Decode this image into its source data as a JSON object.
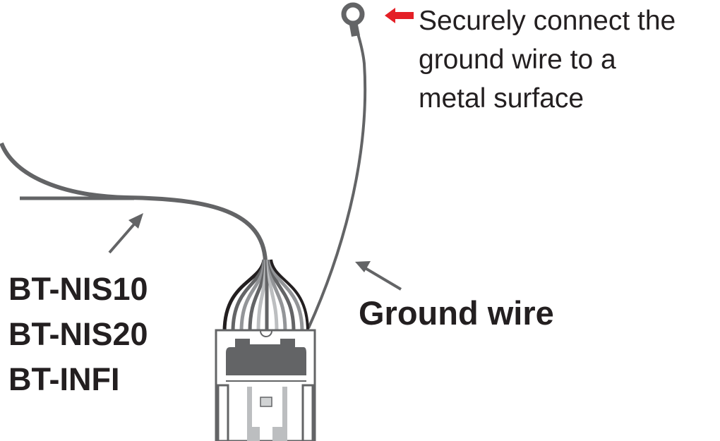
{
  "note": {
    "lines": [
      "Securely connect the",
      "ground wire to a",
      "metal surface"
    ],
    "arrow_color": "#e41f26"
  },
  "models": [
    "BT-NIS10",
    "BT-NIS20",
    "BT-INFI"
  ],
  "ground_label": "Ground wire",
  "colors": {
    "wire": "#636466",
    "connector_dark": "#636466",
    "text": "#231f20"
  }
}
